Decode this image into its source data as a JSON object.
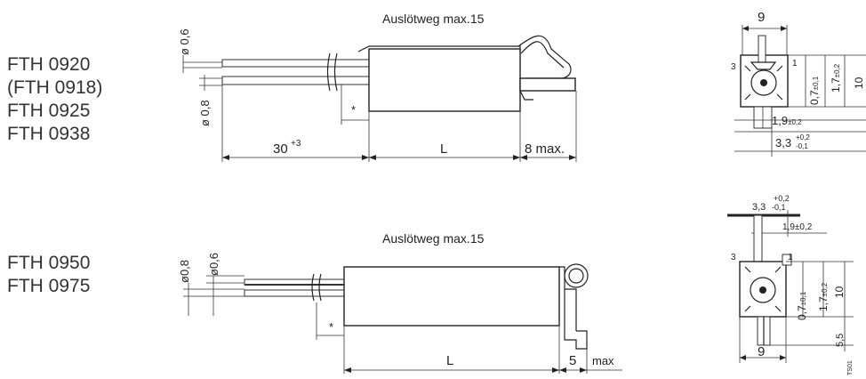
{
  "top": {
    "models": [
      "FTH 0920",
      "(FTH 0918)",
      "FTH 0925",
      "FTH 0938"
    ],
    "travel_label": "Auslötweg max.15",
    "dia_upper": "ø 0,6",
    "dia_lower": "ø 0,8",
    "lead_length": "30",
    "lead_tol": "+3",
    "body_length": "L",
    "end_length": "8 max.",
    "star": "*",
    "end_view": {
      "width": "9",
      "dim_07": "0,7",
      "dim_07_tol": "±0,1",
      "dim_17": "1,7",
      "dim_17_tol": "±0,2",
      "dim_10": "10",
      "dim_19": "1,9",
      "dim_19_tol": "±0,2",
      "dim_33": "3,3",
      "dim_33_tol_up": "+0,2",
      "dim_33_tol_dn": "-0,1",
      "pin3": "3",
      "pin1": "1"
    }
  },
  "bottom": {
    "models": [
      "FTH 0950",
      "FTH 0975"
    ],
    "travel_label": "Auslötweg max.15",
    "dia_left": "ø0,8",
    "dia_right": "ø0,6",
    "body_length": "L",
    "end_length": "5",
    "end_max": "max",
    "star": "*",
    "end_view": {
      "width": "9",
      "dim_33": "3,3",
      "dim_33_tol_up": "+0,2",
      "dim_33_tol_dn": "-0,1",
      "dim_19": "1,9±0,2",
      "dim_07": "0,7",
      "dim_07_tol": "±0,1",
      "dim_17": "1,7",
      "dim_17_tol": "±0,2",
      "dim_10": "10",
      "dim_55": "5,5",
      "pin3": "3",
      "pin1": "1",
      "code": "TS01"
    }
  }
}
